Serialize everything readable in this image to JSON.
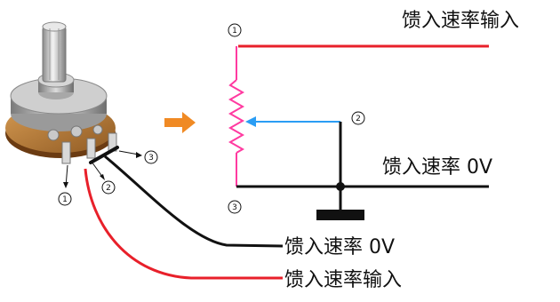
{
  "labels": {
    "feed_rate_input": "馈入速率输入",
    "feed_rate_zero": "馈入速率 0V"
  },
  "pin_markers": {
    "pin1": "1",
    "pin2": "2",
    "pin3": "3"
  },
  "colors": {
    "input_wire": "#e8202a",
    "ground_wire": "#111111",
    "resistor": "#ff3aa0",
    "wiper_arrow": "#2a9df4",
    "orange_arrow": "#f08a24"
  },
  "icons": {
    "potentiometer": "potentiometer-photo",
    "transition": "orange-arrow",
    "ground": "ground-symbol"
  }
}
